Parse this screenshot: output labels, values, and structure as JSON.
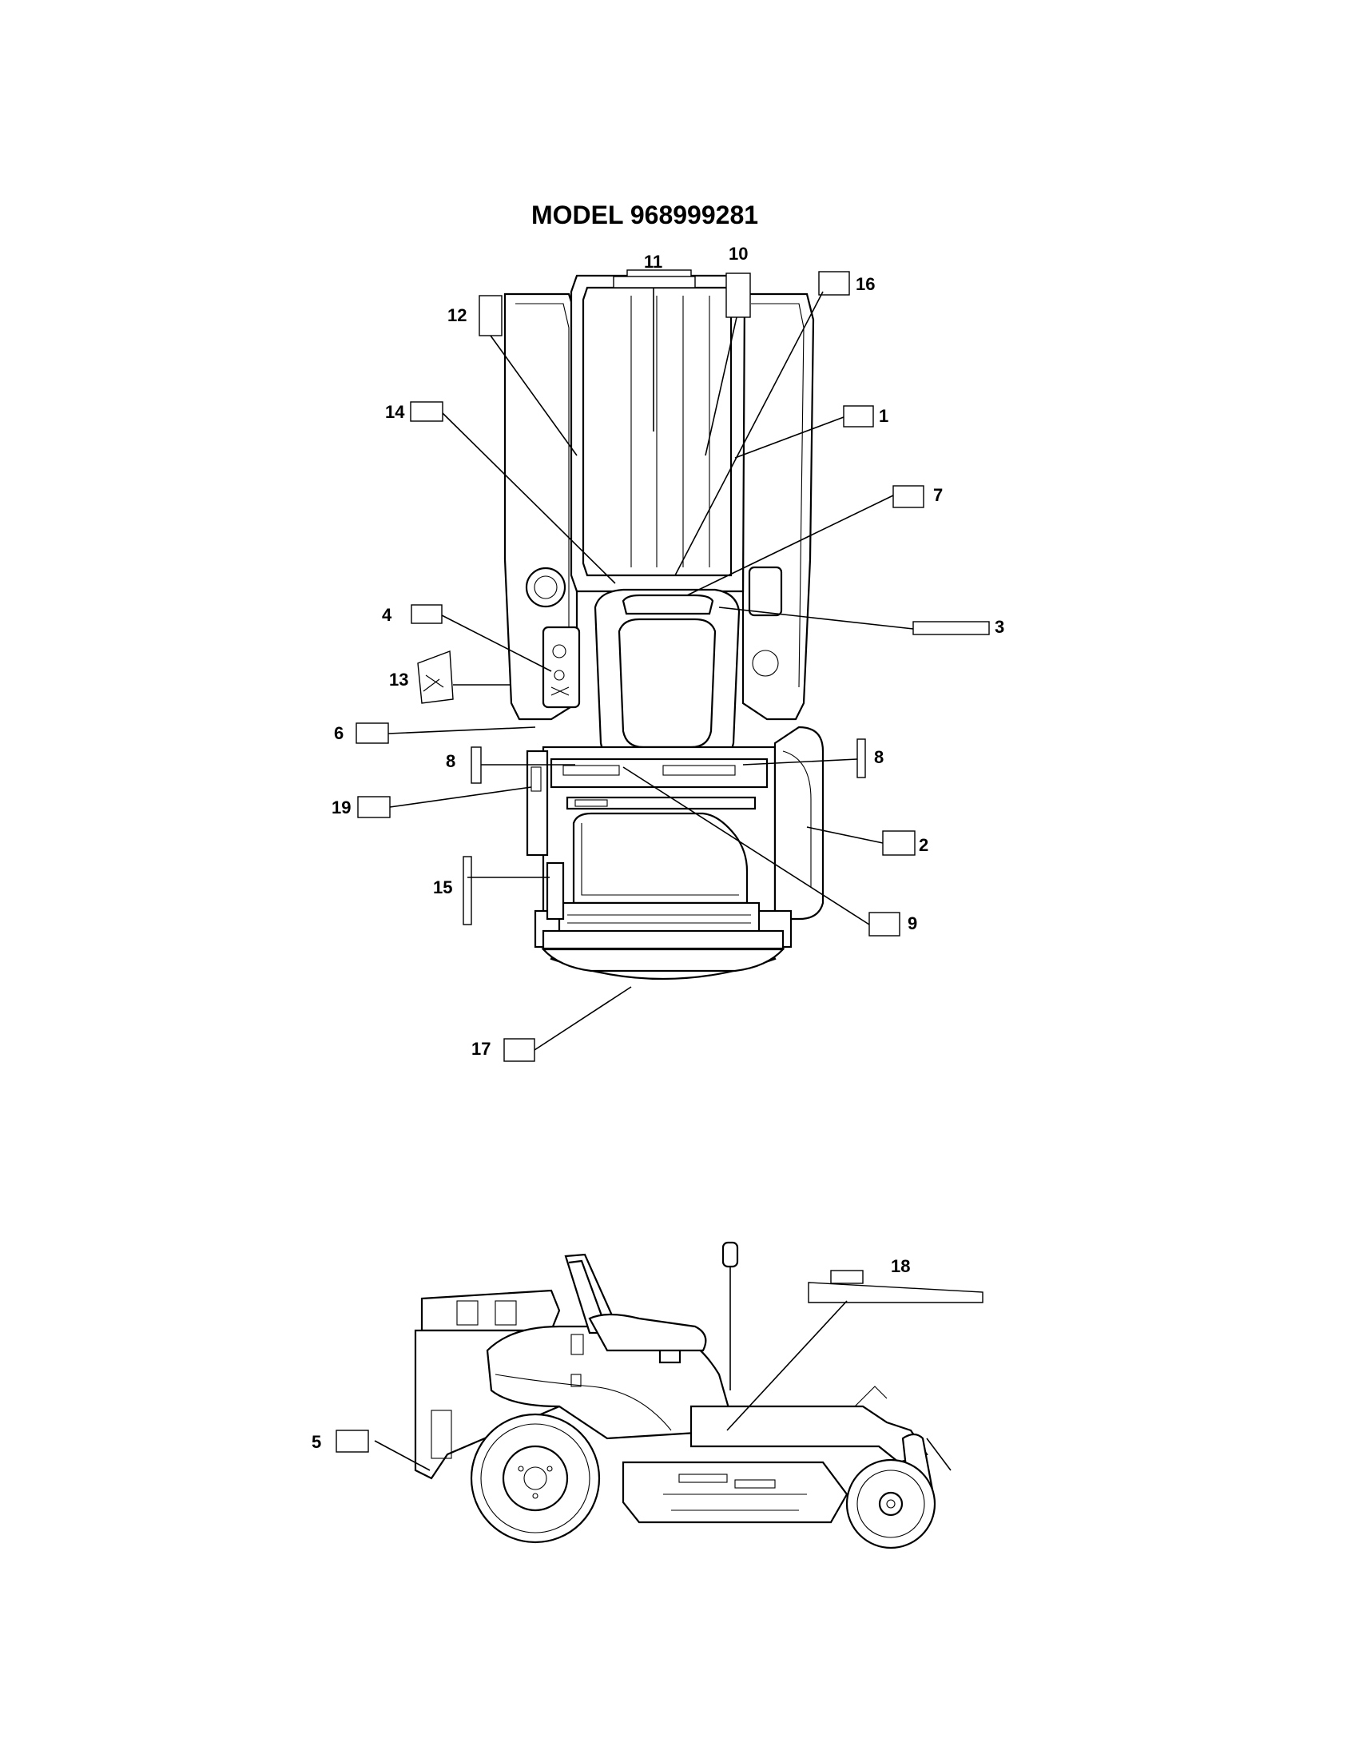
{
  "title": "MODEL 968999281",
  "callouts": {
    "c1": "1",
    "c2": "2",
    "c3": "3",
    "c4": "4",
    "c5": "5",
    "c6": "6",
    "c7": "7",
    "c8a": "8",
    "c8b": "8",
    "c9": "9",
    "c10": "10",
    "c11": "11",
    "c12": "12",
    "c13": "13",
    "c14": "14",
    "c15": "15",
    "c16": "16",
    "c17": "17",
    "c18": "18",
    "c19": "19"
  }
}
